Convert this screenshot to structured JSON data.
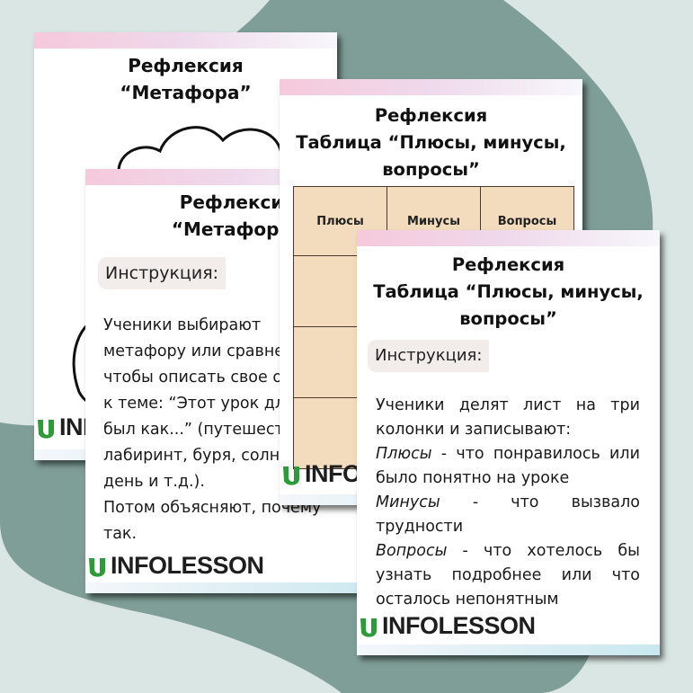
{
  "colors": {
    "background": "#d9e6e3",
    "blob": "#7f9e97",
    "brand": "#2e9b3a",
    "table_fill": "#f3dcbd"
  },
  "card1": {
    "title_line1": "Рефлексия",
    "title_line2": "“Метафора”",
    "logo_text": "INFO"
  },
  "card2": {
    "title_line1": "Рефлексия",
    "title_line2": "“Метафора”",
    "instruction_label": "Инструкция:",
    "body_lines": [
      "Ученики выбирают",
      "метафору или сравнение,",
      "чтобы описать свое отношение",
      "к теме: “Этот урок для меня",
      "был как...” (путешествие,",
      "лабиринт, буря, солнечный",
      "день и т.д.).",
      "Потом объясняют, почему",
      "так."
    ],
    "logo_text": "INFOLESSON"
  },
  "card3": {
    "title_line1": "Рефлексия",
    "title_line2": "Таблица “Плюсы, минусы,",
    "title_line3": "вопросы”",
    "table_headers": [
      "Плюсы",
      "Минусы",
      "Вопросы"
    ],
    "logo_text": "INFOLESSON"
  },
  "card4": {
    "title_line1": "Рефлексия",
    "title_line2": "Таблица “Плюсы, минусы,",
    "title_line3": "вопросы”",
    "instruction_label": "Инструкция:",
    "intro": "Ученики делят лист на три колонки и записывают:",
    "items": [
      {
        "term": "Плюсы",
        "text": " - что понравилось или было понятно на уроке"
      },
      {
        "term": "Минусы",
        "text": " - что вызвало трудности"
      },
      {
        "term": "Вопросы",
        "text": " - что хотелось бы узнать подробнее или что осталось непонятным"
      }
    ],
    "logo_text": "INFOLESSON"
  }
}
